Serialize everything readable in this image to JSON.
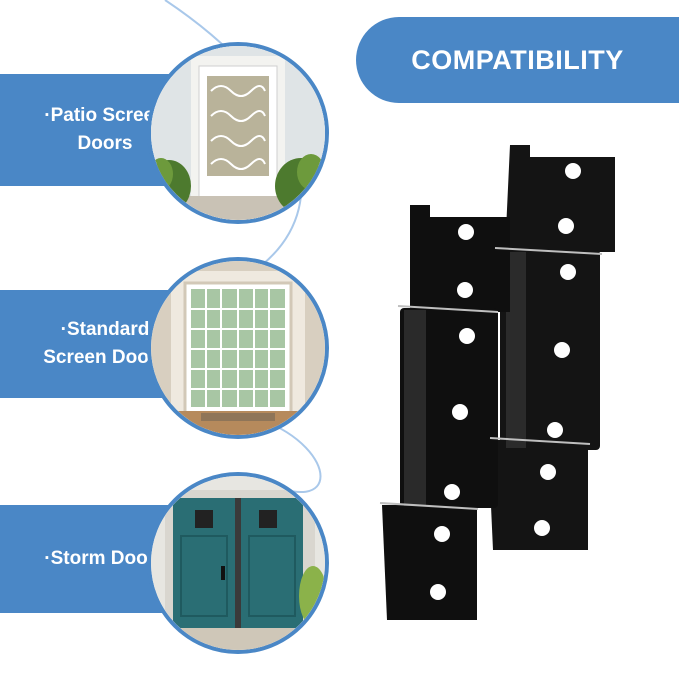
{
  "header": {
    "title": "COMPATIBILITY"
  },
  "door_types": [
    {
      "lines": [
        "·Patio Screen",
        "Doors"
      ],
      "icon": "patio-screen-door-photo"
    },
    {
      "lines": [
        "·Standard",
        "Screen Doors"
      ],
      "icon": "standard-french-door-photo"
    },
    {
      "lines": [
        "·Storm Doors"
      ],
      "icon": "storm-door-photo"
    }
  ],
  "product": {
    "icon": "black-door-hinge-pair"
  },
  "colors": {
    "accent": "#4a87c6",
    "hinge": "#121212",
    "connector": "#a9c8ea"
  }
}
